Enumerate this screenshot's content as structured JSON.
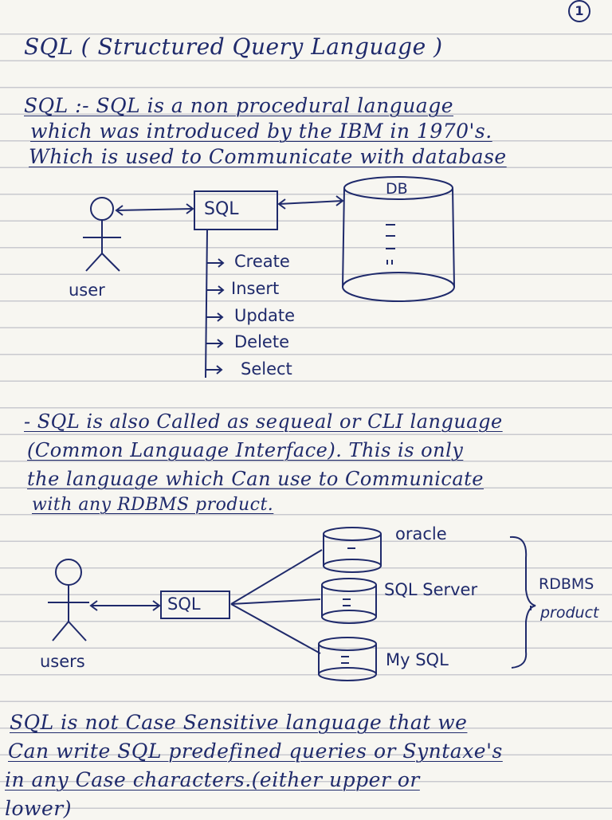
{
  "page_number": "1",
  "title": "SQL ( Structured Query Language )",
  "intro": {
    "line1": "SQL :- SQL is a non procedural language",
    "line2": "which was introduced by the IBM in 1970's.",
    "line3": "Which is used to Communicate with database"
  },
  "diagram1": {
    "user_label": "user",
    "sql_label": "SQL",
    "db_label": "DB",
    "operations": [
      "Create",
      "Insert",
      "Update",
      "Delete",
      "Select"
    ]
  },
  "para2": {
    "line1": "- SQL is also Called as sequeal or CLI language",
    "line2": "(Common Language Interface). This is only",
    "line3": "the language which Can use to Communicate",
    "line4": "with any RDBMS product."
  },
  "diagram2": {
    "user_label": "users",
    "sql_label": "SQL",
    "databases": [
      "oracle",
      "SQL Server",
      "My SQL"
    ],
    "group_label_1": "RDBMS",
    "group_label_2": "product"
  },
  "para3": {
    "line1": "SQL is not Case Sensitive language that we",
    "line2": "Can write SQL predefined queries or Syntaxe's",
    "line3": "in any Case characters.(either upper or",
    "line4": "lower)"
  }
}
